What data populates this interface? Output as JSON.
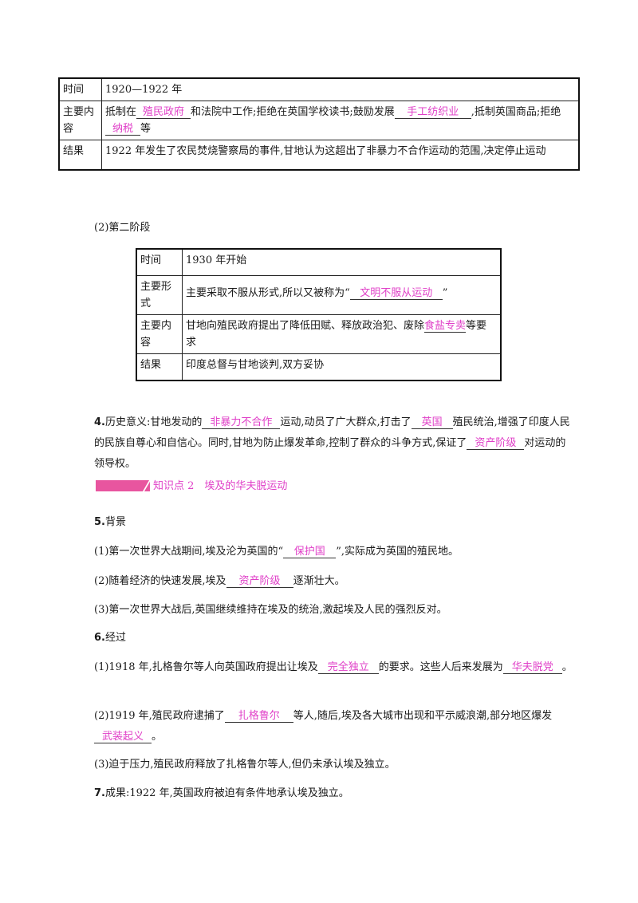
{
  "table1": {
    "rows": [
      {
        "key": "时间",
        "value": "1920—1922 年"
      },
      {
        "key": "主要内容",
        "pre1": "抵制在",
        "blank1": "殖民政府",
        "mid1": "和法院中工作;拒绝在英国学校读书;鼓励发展",
        "blank2": "手工纺织业",
        "mid2": ",抵制英国商品;拒绝",
        "blank3": "纳税",
        "post": "等"
      },
      {
        "key": "结果",
        "value": "1922 年发生了农民焚烧警察局的事件,甘地认为这超出了非暴力不合作运动的范围,决定停止运动"
      }
    ]
  },
  "stage2_heading": "(2)第二阶段",
  "table2": {
    "rows": [
      {
        "key": "时间",
        "value": "1930 年开始"
      },
      {
        "key": "主要形式",
        "pre": "主要采取不服从形式,所以又被称为“",
        "blank": "文明不服从运动",
        "post": "”"
      },
      {
        "key": "主要内容",
        "pre": "甘地向殖民政府提出了降低田赋、释放政治犯、废除",
        "blank": "食盐专卖",
        "post": "等要求"
      },
      {
        "key": "结果",
        "value": "印度总督与甘地谈判,双方妥协"
      }
    ]
  },
  "p4": {
    "num": "4.",
    "a": "历史意义:甘地发动的",
    "b1": "非暴力不合作",
    "c": "运动,动员了广大群众,打击了",
    "b2": "英国",
    "d": "殖民统治,增强了印度人民的民族自尊心和自信心。同时,甘地为防止爆发革命,控制了群众的斗争方式,保证了",
    "b3": "资产阶级",
    "e": "对运动的领导权。"
  },
  "kp2": "知识点 2　埃及的华夫脱运动",
  "p5": {
    "num": "5.",
    "title": "背景"
  },
  "p5_1": {
    "a": "(1)第一次世界大战期间,埃及沦为英国的“",
    "b": "保护国",
    "c": "”,实际成为英国的殖民地。"
  },
  "p5_2": {
    "a": "(2)随着经济的快速发展,埃及",
    "b": "资产阶级",
    "c": "逐渐壮大。"
  },
  "p5_3": "(3)第一次世界大战后,英国继续维持在埃及的统治,激起埃及人民的强烈反对。",
  "p6": {
    "num": "6.",
    "title": "经过"
  },
  "p6_1": {
    "a": "(1)1918 年,扎格鲁尔等人向英国政府提出让埃及",
    "b": "完全独立",
    "c": "的要求。这些人后来发展为",
    "d": "华夫脱党",
    "e": "。"
  },
  "p6_2": {
    "a": "(2)1919 年,殖民政府逮捕了",
    "b": "扎格鲁尔",
    "c": "等人,随后,埃及各大城市出现和平示威浪潮,部分地区爆发",
    "d": "武装起义",
    "e": "。"
  },
  "p6_3": "(3)迫于压力,殖民政府释放了扎格鲁尔等人,但仍未承认埃及独立。",
  "p7": {
    "num": "7.",
    "text": "成果:1922 年,英国政府被迫有条件地承认埃及独立。"
  }
}
